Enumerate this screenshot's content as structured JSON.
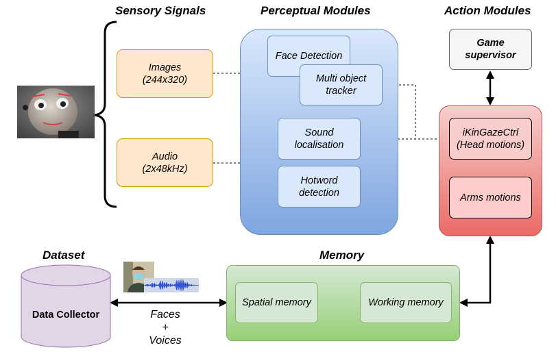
{
  "headers": {
    "sensory": "Sensory Signals",
    "perceptual": "Perceptual Modules",
    "action": "Action Modules",
    "dataset": "Dataset",
    "memory": "Memory"
  },
  "sensors": {
    "images": [
      "Images",
      "(244x320)"
    ],
    "audio": [
      "Audio",
      "(2x48kHz)"
    ]
  },
  "perception": {
    "face_detection": [
      "Face Detection"
    ],
    "tracker": [
      "Multi object",
      "tracker"
    ],
    "sound": [
      "Sound",
      "localisation"
    ],
    "hotword": [
      "Hotword",
      "detection"
    ]
  },
  "action": {
    "game_supervisor": [
      "Game",
      "supervisor"
    ],
    "ikingaze": [
      "iKinGazeCtrl",
      "(Head motions)"
    ],
    "arms": [
      "Arms motions"
    ]
  },
  "memory": {
    "spatial": [
      "Spatial memory"
    ],
    "working": [
      "Working memory"
    ]
  },
  "dataset": {
    "collector": "Data Collector",
    "flow_label": [
      "Faces",
      "+",
      "Voices"
    ]
  },
  "colors": {
    "sensor_fill": "#ffe6cc",
    "sensor_border": "#d79b00",
    "perception_fill_top": "#dae8fc",
    "perception_fill_bottom": "#7ea6e0",
    "perception_border": "#6c8ebf",
    "action_fill_top": "#f8cecc",
    "action_fill_bottom": "#ea6b66",
    "action_border": "#b85450",
    "memory_fill_top": "#d5e8d4",
    "memory_fill_bottom": "#97d077",
    "memory_border": "#82b366",
    "dataset_fill": "#e1d5e7",
    "dataset_border": "#9673a6",
    "supervisor_fill": "#f5f5f5"
  },
  "icons": {
    "robot": "robot-head-photo-icon",
    "person": "person-face-photo-icon",
    "waveform": "audio-waveform-icon"
  }
}
